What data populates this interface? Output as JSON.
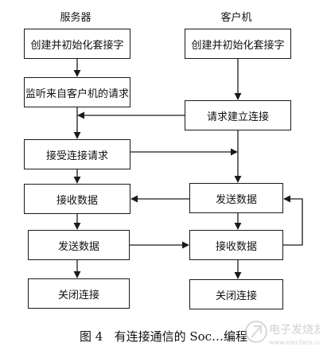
{
  "headers": {
    "server": "服务器",
    "client": "客户机"
  },
  "server_steps": [
    "创建并初始化套接字",
    "监听来自客户机的请求",
    "接受连接请求",
    "接收数据",
    "发送数据",
    "关闭连接"
  ],
  "client_steps": [
    "创建并初始化套接字",
    "请求建立连接",
    "发送数据",
    "接收数据",
    "关闭连接"
  ],
  "caption": {
    "label": "图 4",
    "text": "有连接通信的 Soc…编程"
  },
  "watermark": {
    "text": "电子发烧友",
    "url": "www.elecfans.com"
  }
}
